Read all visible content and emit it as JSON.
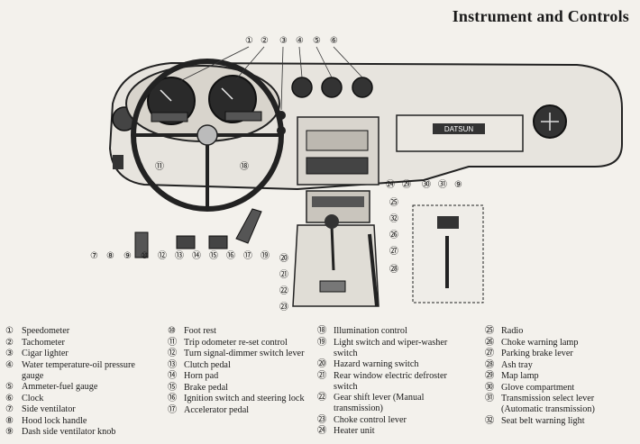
{
  "page_title": "Instrument and Controls",
  "dashboard_text": {
    "badge": "DATSUN"
  },
  "callouts": [
    "①",
    "②",
    "③",
    "④",
    "⑤",
    "⑥",
    "⑦",
    "⑧",
    "⑨",
    "⑩",
    "⑪",
    "⑫",
    "⑬",
    "⑭",
    "⑮",
    "⑯",
    "⑰",
    "⑱",
    "⑲",
    "⑳",
    "㉑",
    "㉒",
    "㉓",
    "㉔",
    "㉕",
    "㉖",
    "㉗",
    "㉘",
    "㉙",
    "㉚",
    "㉛",
    "㉜"
  ],
  "legend": {
    "col1": [
      {
        "num": "①",
        "label": "Speedometer"
      },
      {
        "num": "②",
        "label": "Tachometer"
      },
      {
        "num": "③",
        "label": "Cigar lighter"
      },
      {
        "num": "④",
        "label": "Water temperature-oil pressure gauge"
      },
      {
        "num": "⑤",
        "label": "Ammeter-fuel gauge"
      },
      {
        "num": "⑥",
        "label": "Clock"
      },
      {
        "num": "⑦",
        "label": "Side ventilator"
      },
      {
        "num": "⑧",
        "label": "Hood lock handle"
      },
      {
        "num": "⑨",
        "label": "Dash side ventilator knob"
      }
    ],
    "col2": [
      {
        "num": "⑩",
        "label": "Foot rest"
      },
      {
        "num": "⑪",
        "label": "Trip odometer re-set control"
      },
      {
        "num": "⑫",
        "label": "Turn signal-dimmer switch lever"
      },
      {
        "num": "⑬",
        "label": "Clutch pedal"
      },
      {
        "num": "⑭",
        "label": "Horn pad"
      },
      {
        "num": "⑮",
        "label": "Brake pedal"
      },
      {
        "num": "⑯",
        "label": "Ignition switch and steering lock"
      },
      {
        "num": "⑰",
        "label": "Accelerator pedal"
      }
    ],
    "col3": [
      {
        "num": "⑱",
        "label": "Illumination control"
      },
      {
        "num": "⑲",
        "label": "Light switch and wiper-washer switch"
      },
      {
        "num": "⑳",
        "label": "Hazard warning switch"
      },
      {
        "num": "㉑",
        "label": "Rear window electric defroster switch"
      },
      {
        "num": "㉒",
        "label": "Gear shift lever (Manual transmission)"
      },
      {
        "num": "㉓",
        "label": "Choke control lever"
      },
      {
        "num": "㉔",
        "label": "Heater unit"
      }
    ],
    "col4": [
      {
        "num": "㉕",
        "label": "Radio"
      },
      {
        "num": "㉖",
        "label": "Choke warning lamp"
      },
      {
        "num": "㉗",
        "label": "Parking brake lever"
      },
      {
        "num": "㉘",
        "label": "Ash tray"
      },
      {
        "num": "㉙",
        "label": "Map lamp"
      },
      {
        "num": "㉚",
        "label": "Glove compartment"
      },
      {
        "num": "㉛",
        "label": "Transmission select lever (Automatic transmission)"
      },
      {
        "num": "㉜",
        "label": "Seat belt warning light"
      }
    ]
  }
}
